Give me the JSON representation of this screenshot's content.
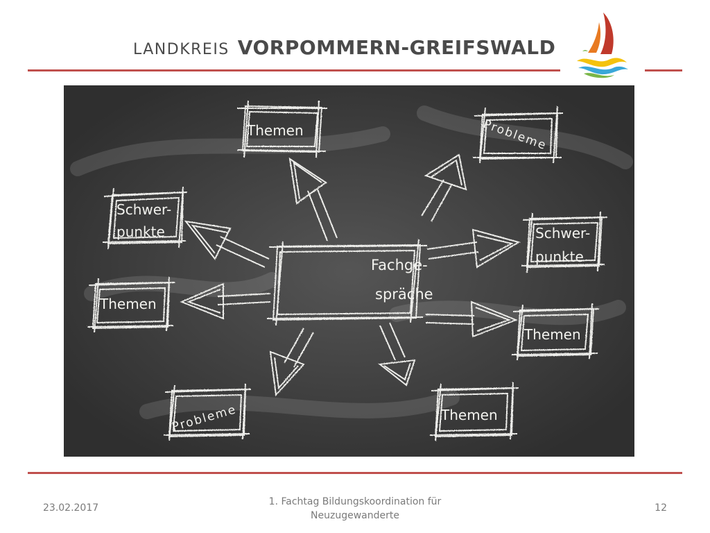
{
  "header": {
    "title_light": "LANDKREIS",
    "title_bold": "VORPOMMERN-GREIFSWALD"
  },
  "logo": {
    "icon": "landkreis-logo-icon"
  },
  "board": {
    "center": {
      "line1": "Fachge-",
      "line2": "spräche"
    },
    "nodes": [
      {
        "id": "top-left-themen",
        "lines": [
          "Themen"
        ]
      },
      {
        "id": "top-right-probleme",
        "lines": [
          "Probleme"
        ]
      },
      {
        "id": "left-schwerpunkte",
        "lines": [
          "Schwer-",
          "punkte"
        ]
      },
      {
        "id": "right-schwerpunkte",
        "lines": [
          "Schwer-",
          "punkte"
        ]
      },
      {
        "id": "left-themen",
        "lines": [
          "Themen"
        ]
      },
      {
        "id": "right-themen",
        "lines": [
          "Themen"
        ]
      },
      {
        "id": "bottom-left-probleme",
        "lines": [
          "Probleme"
        ]
      },
      {
        "id": "bottom-right-themen",
        "lines": [
          "Themen"
        ]
      }
    ]
  },
  "footer": {
    "date": "23.02.2017",
    "center": "1. Fachtag Bildungskoordination für Neuzugewanderte",
    "page": "12"
  },
  "colors": {
    "accent_rule": "#c0504d",
    "board": "#3e3e3e",
    "chalk": "#f2f2ee"
  }
}
